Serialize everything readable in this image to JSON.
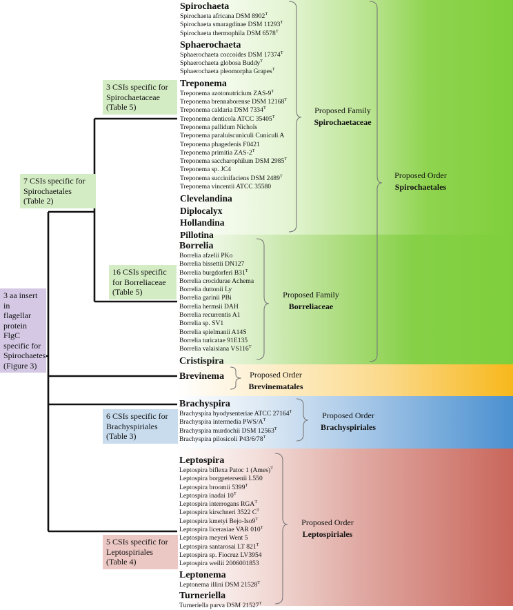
{
  "colors": {
    "spirochaetales": "#7fd03c",
    "brevinematales": "#f7b81c",
    "brachyspiriales": "#4a90d0",
    "leptospiriales": "#c9665b",
    "box_green": "#d4ecc4",
    "box_purple": "#d4c8e4",
    "box_blue": "#c8dcee",
    "box_red": "#ecc8c4"
  },
  "csi_boxes": {
    "root": [
      "3 aa insert in",
      "flagellar",
      "protein FlgC",
      "specific for",
      "Spirochaetes",
      "(Figure 3)"
    ],
    "spirochaetales": [
      "7 CSIs specific for",
      "Spirochaetales",
      "(Table 2)"
    ],
    "spirochaetaceae": [
      "3 CSIs specific for",
      "Spirochaetaceae",
      "(Table 5)"
    ],
    "borreliaceae": [
      "16 CSIs specific",
      "for Borreliaceae",
      "(Table 5)"
    ],
    "brachyspiriales": [
      "6 CSIs specific for",
      "Brachyspiriales",
      "(Table 3)"
    ],
    "leptospiriales": [
      "5 CSIs specific for",
      "Leptospiriales",
      "(Table 4)"
    ]
  },
  "groups": {
    "spirochaeta": {
      "genus": "Spirochaeta",
      "species": [
        {
          "name": "Spirochaeta africana DSM 8902",
          "sup": "T"
        },
        {
          "name": "Spirochaeta smaragdinae DSM 11293",
          "sup": "T"
        },
        {
          "name": "Spirochaeta thermophila DSM 6578",
          "sup": "T"
        }
      ]
    },
    "sphaerochaeta": {
      "genus": "Sphaerochaeta",
      "species": [
        {
          "name": "Sphaerochaeta coccoides DSM 17374",
          "sup": "T"
        },
        {
          "name": "Sphaerochaeta globosa Buddy",
          "sup": "T"
        },
        {
          "name": "Sphaerochaeta pleomorpha Grapes",
          "sup": "T"
        }
      ]
    },
    "treponema": {
      "genus": "Treponema",
      "species": [
        {
          "name": "Treponema azotonutricium ZAS-9",
          "sup": "T"
        },
        {
          "name": "Treponema brennaborense DSM 12168",
          "sup": "T"
        },
        {
          "name": "Treponema  caldaria DSM 7334",
          "sup": "T"
        },
        {
          "name": "Treponema denticola ATCC 35405",
          "sup": "T"
        },
        {
          "name": "Treponema pallidum Nichols",
          "sup": ""
        },
        {
          "name": "Treponema paraluiscuniculi Cuniculi A",
          "sup": ""
        },
        {
          "name": "Treponema phagedenis F0421",
          "sup": ""
        },
        {
          "name": "Treponema primitia ZAS-2",
          "sup": "T"
        },
        {
          "name": "Treponema saccharophilum DSM 2985",
          "sup": "T"
        },
        {
          "name": "Treponema sp. JC4",
          "sup": ""
        },
        {
          "name": "Treponema succinifaciens DSM 2489",
          "sup": "T"
        },
        {
          "name": "Treponema vincentii ATCC 35580",
          "sup": ""
        }
      ]
    },
    "spirochaetaceae_genera": [
      "Clevelandina",
      "Diplocalyx",
      "Hollandina",
      "Pillotina"
    ],
    "borrelia": {
      "genus": "Borrelia",
      "species": [
        {
          "name": "Borrelia afzelii PKo",
          "sup": ""
        },
        {
          "name": "Borrelia bissettii DN127",
          "sup": ""
        },
        {
          "name": "Borrelia burgdorferi B31",
          "sup": "T"
        },
        {
          "name": "Borrelia crocidurae Achema",
          "sup": ""
        },
        {
          "name": "Borrelia duttonii Ly",
          "sup": ""
        },
        {
          "name": "Borrelia garinii PBi",
          "sup": ""
        },
        {
          "name": "Borrelia hermsii DAH",
          "sup": ""
        },
        {
          "name": "Borrelia recurrentis A1",
          "sup": ""
        },
        {
          "name": "Borrelia sp. SV1",
          "sup": ""
        },
        {
          "name": "Borrelia spielmanii A14S",
          "sup": ""
        },
        {
          "name": "Borrelia turicatae 91E135",
          "sup": ""
        },
        {
          "name": "Borrelia valaisiana VS116",
          "sup": "T"
        }
      ]
    },
    "cristispira": "Cristispira",
    "brevinema": "Brevinema",
    "brachyspira": {
      "genus": "Brachyspira",
      "species": [
        {
          "name": "Brachyspira hyodysenteriae ATCC 27164",
          "sup": "T"
        },
        {
          "name": "Brachyspira intermedia PWS/A",
          "sup": "T"
        },
        {
          "name": "Brachyspira murdochii DSM 12563",
          "sup": "T"
        },
        {
          "name": "Brachyspira pilosicoli P43/6/78",
          "sup": "T"
        }
      ]
    },
    "leptospira": {
      "genus": "Leptospira",
      "species": [
        {
          "name": "Leptospira biflexa Patoc 1 (Ames)",
          "sup": "T"
        },
        {
          "name": "Leptospira borgpetersenii L550",
          "sup": ""
        },
        {
          "name": "Leptospira broomii 5399",
          "sup": "T"
        },
        {
          "name": "Leptospira inadai 10",
          "sup": "T"
        },
        {
          "name": "Leptospira interrogans RGA",
          "sup": "T"
        },
        {
          "name": "Leptospira kirschneri 3522 C",
          "sup": "T"
        },
        {
          "name": "Leptospira kmetyi Bejo-Iso9",
          "sup": "T"
        },
        {
          "name": "Leptospira licerasiae VAR 010",
          "sup": "T"
        },
        {
          "name": "Leptospira meyeri Went 5",
          "sup": ""
        },
        {
          "name": "Leptospira santarosai LT 821",
          "sup": "T"
        },
        {
          "name": "Leptospira sp. Fiocruz LV3954",
          "sup": ""
        },
        {
          "name": "Leptospira weilii 2006001853",
          "sup": ""
        }
      ]
    },
    "leptonema": {
      "genus": "Leptonema",
      "species": [
        {
          "name": "Leptonema illini DSM 21528",
          "sup": "T"
        }
      ]
    },
    "turneriella": {
      "genus": "Turneriella",
      "species": [
        {
          "name": "Turneriella parva DSM 21527",
          "sup": "T"
        }
      ]
    }
  },
  "proposed": {
    "spirochaetaceae": {
      "prefix": "Proposed Family",
      "name": "Spirochaetaceae"
    },
    "borreliaceae": {
      "prefix": "Proposed Family",
      "name": "Borreliaceae"
    },
    "spirochaetales": {
      "prefix": "Proposed Order",
      "name": "Spirochaetales"
    },
    "brevinematales": {
      "prefix": "Proposed Order",
      "name": "Brevinematales"
    },
    "brachyspiriales": {
      "prefix": "Proposed Order",
      "name": "Brachyspiriales"
    },
    "leptospiriales": {
      "prefix": "Proposed Order",
      "name": "Leptospiriales"
    }
  }
}
